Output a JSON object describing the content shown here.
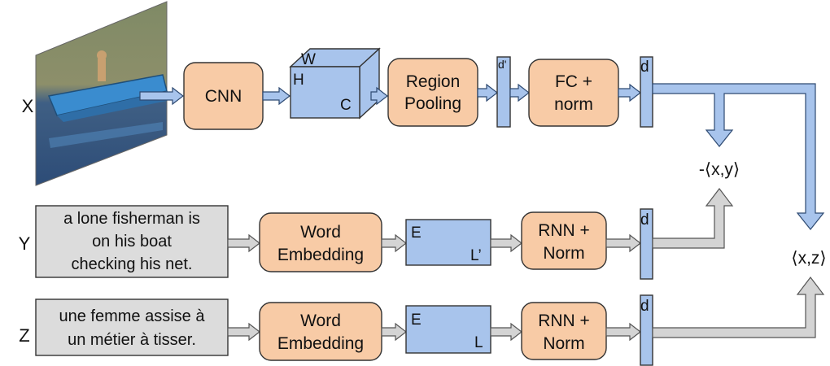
{
  "rows": {
    "x_label": "X",
    "y_label": "Y",
    "z_label": "Z"
  },
  "x_branch": {
    "cnn": "CNN",
    "feature_map": {
      "w": "W",
      "h": "H",
      "c": "C"
    },
    "region_pooling": [
      "Region",
      "Pooling"
    ],
    "vec1_label": "d'",
    "fc_norm": [
      "FC +",
      "norm"
    ],
    "vec2_label": "d"
  },
  "y_branch": {
    "sentence": [
      "a lone fisherman is",
      "on his boat",
      "checking his net."
    ],
    "word_embedding": [
      "Word",
      "Embedding"
    ],
    "embed_matrix": {
      "e": "E",
      "l": "L’"
    },
    "rnn_norm": [
      "RNN +",
      "Norm"
    ],
    "vec_label": "d"
  },
  "z_branch": {
    "sentence": [
      "une femme assise à",
      "un métier à tisser."
    ],
    "word_embedding": [
      "Word",
      "Embedding"
    ],
    "embed_matrix": {
      "e": "E",
      "l": "L"
    },
    "rnn_norm": [
      "RNN +",
      "Norm"
    ],
    "vec_label": "d"
  },
  "outputs": {
    "xy": "-⟨x,y⟩",
    "xz": "⟨x,z⟩"
  },
  "colors": {
    "module_fill": "#f8cba6",
    "tensor_fill": "#a8c4ec",
    "text_box_fill": "#dcdcdc",
    "image_arrow": "#a8c4ec",
    "text_arrow": "#d4d4d4"
  }
}
